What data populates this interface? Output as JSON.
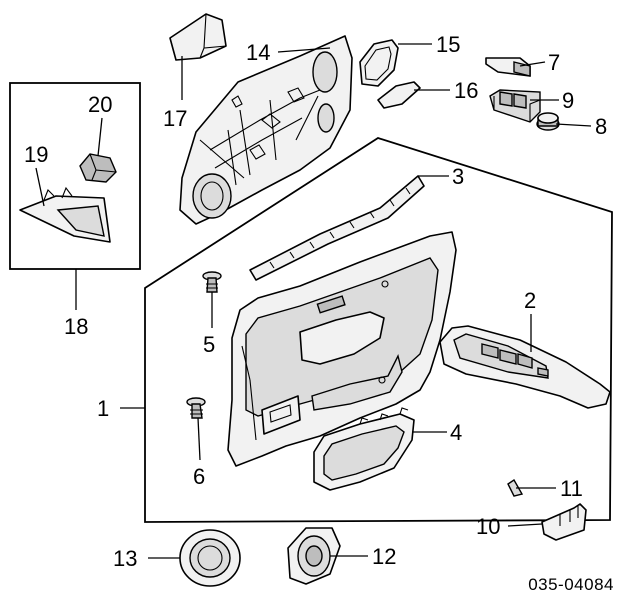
{
  "callouts": {
    "c1": "1",
    "c2": "2",
    "c3": "3",
    "c4": "4",
    "c5": "5",
    "c6": "6",
    "c7": "7",
    "c8": "8",
    "c9": "9",
    "c10": "10",
    "c11": "11",
    "c12": "12",
    "c13": "13",
    "c14": "14",
    "c15": "15",
    "c16": "16",
    "c17": "17",
    "c18": "18",
    "c19": "19",
    "c20": "20"
  },
  "diagram_code": "035-04084"
}
